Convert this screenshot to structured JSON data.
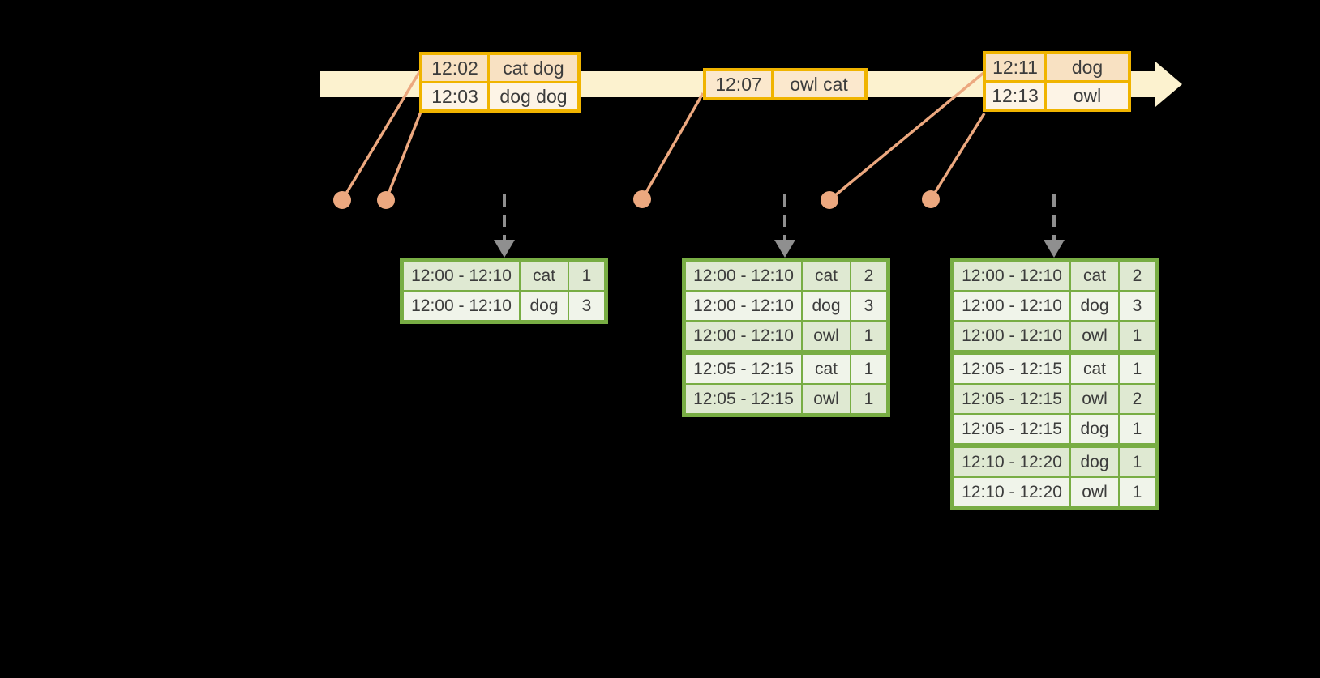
{
  "events": [
    {
      "rows": [
        {
          "time": "12:02",
          "words": "cat dog"
        },
        {
          "time": "12:03",
          "words": "dog dog"
        }
      ]
    },
    {
      "rows": [
        {
          "time": "12:07",
          "words": "owl cat"
        }
      ]
    },
    {
      "rows": [
        {
          "time": "12:11",
          "words": "dog"
        },
        {
          "time": "12:13",
          "words": "owl"
        }
      ]
    }
  ],
  "result_tables": [
    {
      "rows": [
        {
          "window": "12:00 - 12:10",
          "word": "cat",
          "count": "1"
        },
        {
          "window": "12:00 - 12:10",
          "word": "dog",
          "count": "3"
        }
      ]
    },
    {
      "rows": [
        {
          "window": "12:00 - 12:10",
          "word": "cat",
          "count": "2"
        },
        {
          "window": "12:00 - 12:10",
          "word": "dog",
          "count": "3"
        },
        {
          "window": "12:00 - 12:10",
          "word": "owl",
          "count": "1"
        },
        {
          "window": "12:05 - 12:15",
          "word": "cat",
          "count": "1"
        },
        {
          "window": "12:05 - 12:15",
          "word": "owl",
          "count": "1"
        }
      ]
    },
    {
      "rows": [
        {
          "window": "12:00 - 12:10",
          "word": "cat",
          "count": "2"
        },
        {
          "window": "12:00 - 12:10",
          "word": "dog",
          "count": "3"
        },
        {
          "window": "12:00 - 12:10",
          "word": "owl",
          "count": "1"
        },
        {
          "window": "12:05 - 12:15",
          "word": "cat",
          "count": "1"
        },
        {
          "window": "12:05 - 12:15",
          "word": "owl",
          "count": "2"
        },
        {
          "window": "12:05 - 12:15",
          "word": "dog",
          "count": "1"
        },
        {
          "window": "12:10 - 12:20",
          "word": "dog",
          "count": "1"
        },
        {
          "window": "12:10 - 12:20",
          "word": "owl",
          "count": "1"
        }
      ]
    }
  ],
  "colors": {
    "background": "#000000",
    "timeline_fill": "#fcf2cf",
    "event_border": "#f0b400",
    "event_row_dark": "#f8e1c2",
    "event_row_mid": "#fbe8cd",
    "event_row_light": "#fdf4e6",
    "connector_orange": "#eca87f",
    "trigger_arrow_gray": "#8f8f8f",
    "result_border": "#78ad44",
    "result_row_dark": "#dfe9d2",
    "result_row_light": "#f0f4ea",
    "text": "#3c3c3c"
  }
}
